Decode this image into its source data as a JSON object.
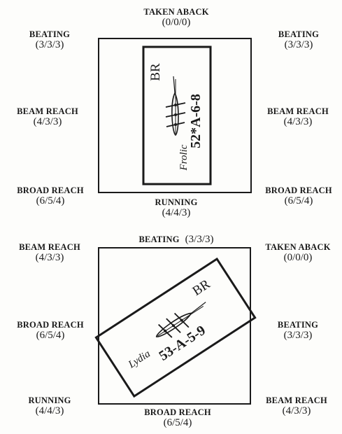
{
  "diagram_top": {
    "frame_labels": {
      "top": {
        "name": "TAKEN ABACK",
        "value": "(0/0/0)"
      },
      "top_left": {
        "name": "BEATING",
        "value": "(3/3/3)"
      },
      "top_right": {
        "name": "BEATING",
        "value": "(3/3/3)"
      },
      "mid_left": {
        "name": "BEAM REACH",
        "value": "(4/3/3)"
      },
      "mid_right": {
        "name": "BEAM REACH",
        "value": "(4/3/3)"
      },
      "bottom_left": {
        "name": "BROAD REACH",
        "value": "(6/5/4)"
      },
      "bottom_right": {
        "name": "BROAD REACH",
        "value": "(6/5/4)"
      },
      "bottom": {
        "name": "RUNNING",
        "value": "(4/4/3)"
      }
    },
    "counter": {
      "ship_name": "Frolic",
      "code": "52*A-6-8",
      "tag": "BR",
      "rotation_deg": -90,
      "ship_icon": "sailing-ship-icon"
    }
  },
  "diagram_bottom": {
    "frame_labels": {
      "top": {
        "name": "BEATING",
        "value": "(3/3/3)"
      },
      "top_left": {
        "name": "BEAM REACH",
        "value": "(4/3/3)"
      },
      "top_right": {
        "name": "TAKEN ABACK",
        "value": "(0/0/0)"
      },
      "mid_left": {
        "name": "BROAD REACH",
        "value": "(6/5/4)"
      },
      "mid_right": {
        "name": "BEATING",
        "value": "(3/3/3)"
      },
      "bottom_left": {
        "name": "RUNNING",
        "value": "(4/4/3)"
      },
      "bottom_right": {
        "name": "BEAM REACH",
        "value": "(4/3/3)"
      },
      "bottom": {
        "name": "BROAD REACH",
        "value": "(6/5/4)"
      }
    },
    "counter": {
      "ship_name": "Lydia",
      "code": "53-A-5-9",
      "tag": "BR",
      "rotation_deg": -33,
      "ship_icon": "sailing-ship-icon"
    }
  }
}
